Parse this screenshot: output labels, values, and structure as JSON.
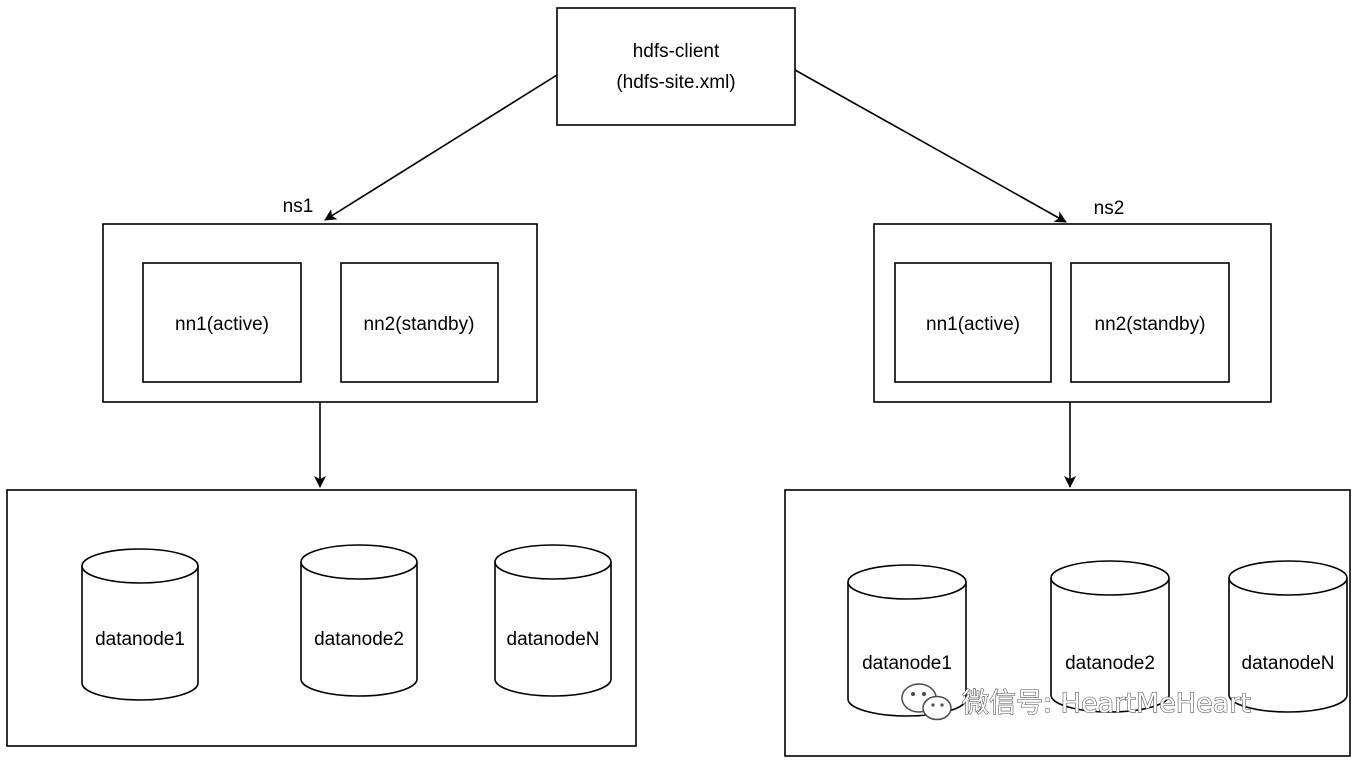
{
  "client": {
    "line1": "hdfs-client",
    "line2": "(hdfs-site.xml)"
  },
  "namespaces": [
    {
      "name": "ns1",
      "namenodes": [
        {
          "label": "nn1(active)"
        },
        {
          "label": "nn2(standby)"
        }
      ],
      "datanodes": [
        {
          "label": "datanode1"
        },
        {
          "label": "datanode2"
        },
        {
          "label": "datanodeN"
        }
      ]
    },
    {
      "name": "ns2",
      "namenodes": [
        {
          "label": "nn1(active)"
        },
        {
          "label": "nn2(standby)"
        }
      ],
      "datanodes": [
        {
          "label": "datanode1"
        },
        {
          "label": "datanode2"
        },
        {
          "label": "datanodeN"
        }
      ]
    }
  ],
  "watermark": {
    "text": "微信号: HeartMeHeart",
    "icon": "wechat-icon"
  },
  "colors": {
    "stroke": "#000000",
    "background": "#ffffff",
    "watermark_outline": "#4a4a4a"
  }
}
